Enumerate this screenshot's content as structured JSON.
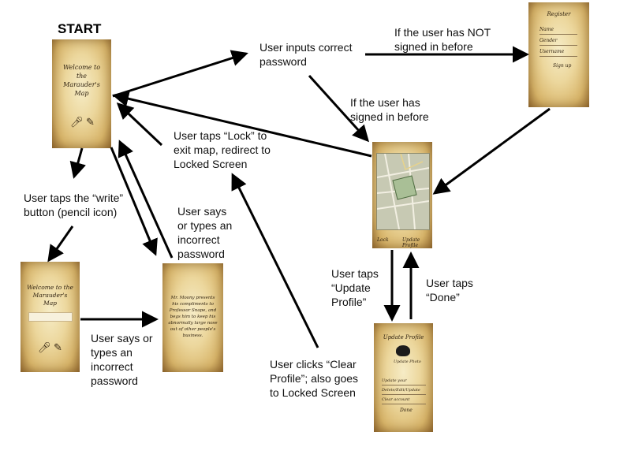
{
  "title": "START",
  "screens": {
    "locked": {
      "heading": "Welcome to the Marauder's Map",
      "mic_icon": "microphone-icon",
      "pencil_icon": "pencil-icon"
    },
    "write": {
      "heading": "Welcome to the Marauder's Map",
      "mic_icon": "microphone-icon",
      "pencil_icon": "pencil-icon"
    },
    "insult": {
      "text": "Mr. Moony presents his compliments to Professor Snape, and begs him to keep his abnormally large nose out of other people's business."
    },
    "register": {
      "heading": "Register",
      "field_1": "Name",
      "field_2": "Gender",
      "field_3": "Username",
      "button": "Sign up"
    },
    "map": {
      "left_button": "Lock",
      "right_button": "Update Profile"
    },
    "update": {
      "heading": "Update Profile",
      "photo_label": "Update Photo",
      "field_1": "Update your",
      "field_2": "Delete/Edit/Update",
      "field_3": "Clear account",
      "button": "Done"
    }
  },
  "labels": {
    "correct_password": "User inputs correct\npassword",
    "not_signed_in": "If the user has NOT\nsigned in before",
    "signed_in": "If the user has\nsigned in before",
    "lock": "User taps “Lock” to\nexit map, redirect to\nLocked Screen",
    "write": "User taps the “write”\nbutton (pencil icon)",
    "incorrect_top": "User says\nor types an\nincorrect\npassword",
    "incorrect_bottom": "User says or\ntypes an\nincorrect\npassword",
    "update_profile": "User taps\n“Update\nProfile”",
    "done": "User taps\n“Done”",
    "clear_profile": "User clicks “Clear\nProfile”; also goes\nto Locked Screen"
  }
}
